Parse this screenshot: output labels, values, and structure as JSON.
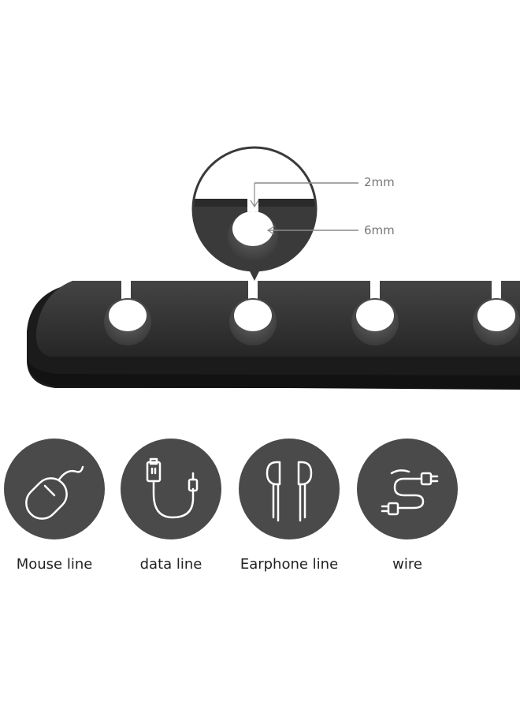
{
  "callouts": {
    "slot_gap": "2mm",
    "hole_diameter": "6mm"
  },
  "colors": {
    "organizer_body": "#1f1f1f",
    "organizer_top": "#3c3c3c",
    "hole": "#555555",
    "icon_disc": "#4a4a4a",
    "icon_line": "#ffffff",
    "callout_line": "#8a8a8a"
  },
  "icons": [
    {
      "icon": "mouse-icon",
      "label": "Mouse line"
    },
    {
      "icon": "usb-cable-icon",
      "label": "data line"
    },
    {
      "icon": "earphone-icon",
      "label": "Earphone line"
    },
    {
      "icon": "wire-plug-icon",
      "label": "wire"
    }
  ]
}
